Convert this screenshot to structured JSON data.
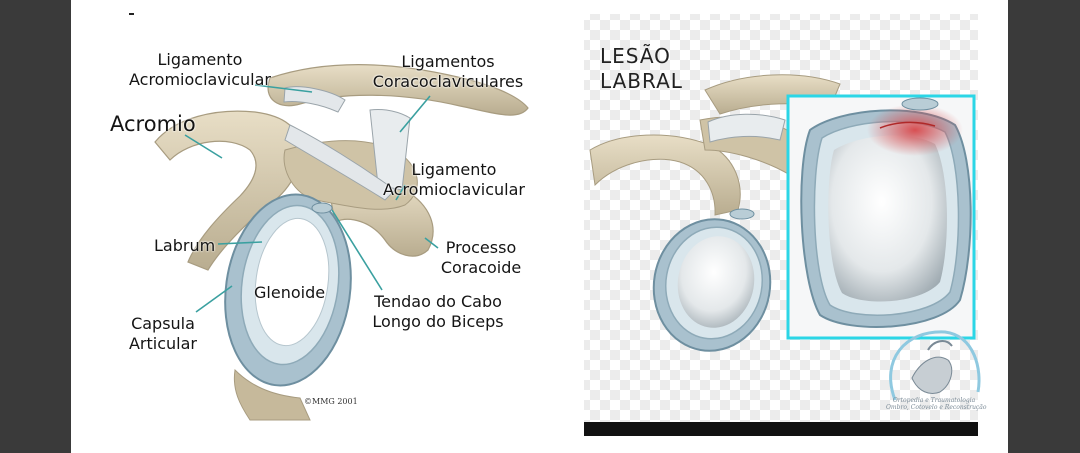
{
  "left_diagram": {
    "labels": {
      "ligamento_acromioclavicular_top": [
        "Ligamento",
        "Acromioclavicular"
      ],
      "ligamentos_coracoclaviculares": [
        "Ligamentos",
        "Coracoclaviculares"
      ],
      "acromio": "Acromio",
      "ligamento_acromioclavicular_mid": [
        "Ligamento",
        "Acromioclavicular"
      ],
      "labrum": "Labrum",
      "processo_coracoide": [
        "Processo",
        "Coracoide"
      ],
      "glenoide": "Glenoide",
      "tendao_cabo_longo_biceps": [
        "Tendao do Cabo",
        "Longo do Biceps"
      ],
      "capsula_articular": [
        "Capsula",
        "Articular"
      ]
    },
    "copyright": "©MMG 2001"
  },
  "right_diagram": {
    "title": [
      "LESÃO",
      "LABRAL"
    ],
    "logo_text": [
      "Ortopedia e Traumatologia",
      "Ombro, Cotovelo e Reconstrução"
    ]
  },
  "colors": {
    "bone": "#d9ceb3",
    "bone_shadow": "#a89c80",
    "capsule": "#a9c1ce",
    "capsule_edge": "#6e8fa0",
    "labrum": "#d9e6ec",
    "glenoid": "#ffffff",
    "ligament": "#e3e7ea",
    "highlight_frame": "#2bd6e6",
    "lesion_red": "#d8474a"
  }
}
